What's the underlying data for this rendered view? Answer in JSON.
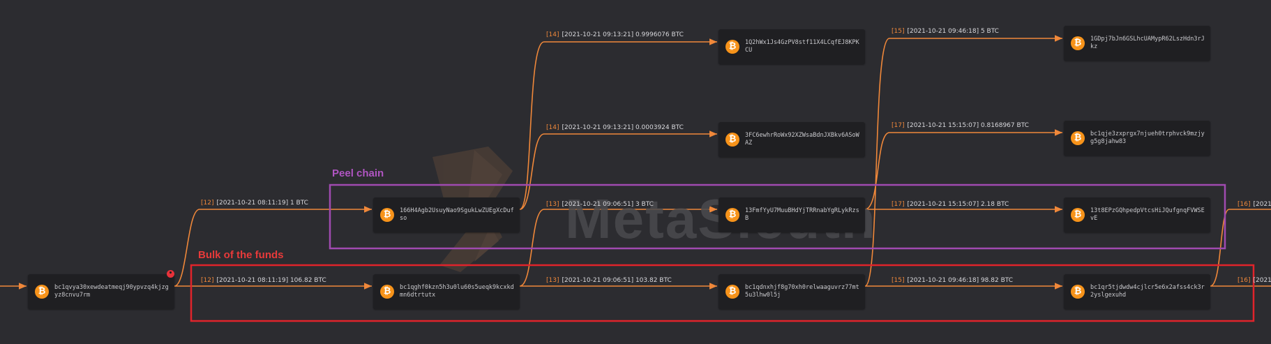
{
  "watermark": {
    "text": "MetaSleuth"
  },
  "groups": {
    "peel": {
      "label": "Peel chain",
      "color": "#a04ab0"
    },
    "bulk": {
      "label": "Bulk of the funds",
      "color": "#e0232b"
    }
  },
  "colors": {
    "edge": "#f0883a",
    "node_bg": "#1f1f22",
    "coin": "#f7931a",
    "background": "#2c2c30"
  },
  "nodes": [
    {
      "id": "src",
      "address": "bc1qvya30xewdeatmeqj90ypvzq4kjzgyz8cnvu7rm"
    },
    {
      "id": "p1",
      "address": "166H4Agb2UsuyNao9SgukLwZUEgXcDufso"
    },
    {
      "id": "b1",
      "address": "bc1qghf0kzn5h3u0lu60s5ueqk9kcxkdmn6dtrtutx"
    },
    {
      "id": "t1",
      "address": "1Q2hWx1Js4GzPV8stf11X4LCqfEJ8KPKCU"
    },
    {
      "id": "t2",
      "address": "3FC6ewhrRoWx92XZWsaBdnJXBkv6ASoWAZ"
    },
    {
      "id": "p2",
      "address": "13FmfYyU7MuuBHdYjTRRnabYgRLykRzsB"
    },
    {
      "id": "b2",
      "address": "bc1qdnxhjf8g70xh0relwaaguvrz77mt5u3lhw0l5j"
    },
    {
      "id": "r1",
      "address": "1GDpj7bJn6GSLhcUAMypR62LszHdn3rJkz"
    },
    {
      "id": "r2",
      "address": "bc1qje3zxprgx7njueh0trphvck9mzjyg5g8jahw83"
    },
    {
      "id": "p3",
      "address": "13t8EPzGQhpedpVtcsHiJQufgnqFVWSEvE"
    },
    {
      "id": "b3",
      "address": "bc1qr5tjdwdw4cjlcr5e6x2afss4ck3r2yslgexuhd"
    }
  ],
  "edges": [
    {
      "from": "src",
      "to": "p1",
      "index": "[12]",
      "label": "[2021-10-21 08:11:19] 1 BTC"
    },
    {
      "from": "src",
      "to": "b1",
      "index": "[12]",
      "label": "[2021-10-21 08:11:19] 106.82 BTC"
    },
    {
      "from": "p1",
      "to": "t1",
      "index": "[14]",
      "label": "[2021-10-21 09:13:21] 0.9996076 BTC"
    },
    {
      "from": "p1",
      "to": "t2",
      "index": "[14]",
      "label": "[2021-10-21 09:13:21] 0.0003924 BTC"
    },
    {
      "from": "b1",
      "to": "p2",
      "index": "[13]",
      "label": "[2021-10-21 09:06:51] 3 BTC"
    },
    {
      "from": "b1",
      "to": "b2",
      "index": "[13]",
      "label": "[2021-10-21 09:06:51] 103.82 BTC"
    },
    {
      "from": "b2",
      "to": "r1",
      "index": "[15]",
      "label": "[2021-10-21 09:46:18] 5 BTC"
    },
    {
      "from": "p2",
      "to": "r2",
      "index": "[17]",
      "label": "[2021-10-21 15:15:07] 0.8168967 BTC"
    },
    {
      "from": "p2",
      "to": "p3",
      "index": "[17]",
      "label": "[2021-10-21 15:15:07] 2.18 BTC"
    },
    {
      "from": "b2",
      "to": "b3",
      "index": "[15]",
      "label": "[2021-10-21 09:46:18] 98.82 BTC"
    },
    {
      "from": "b3",
      "to": "out1",
      "index": "[16]",
      "label": "[2021"
    },
    {
      "from": "b3",
      "to": "out2",
      "index": "[16]",
      "label": "[2021-"
    }
  ]
}
